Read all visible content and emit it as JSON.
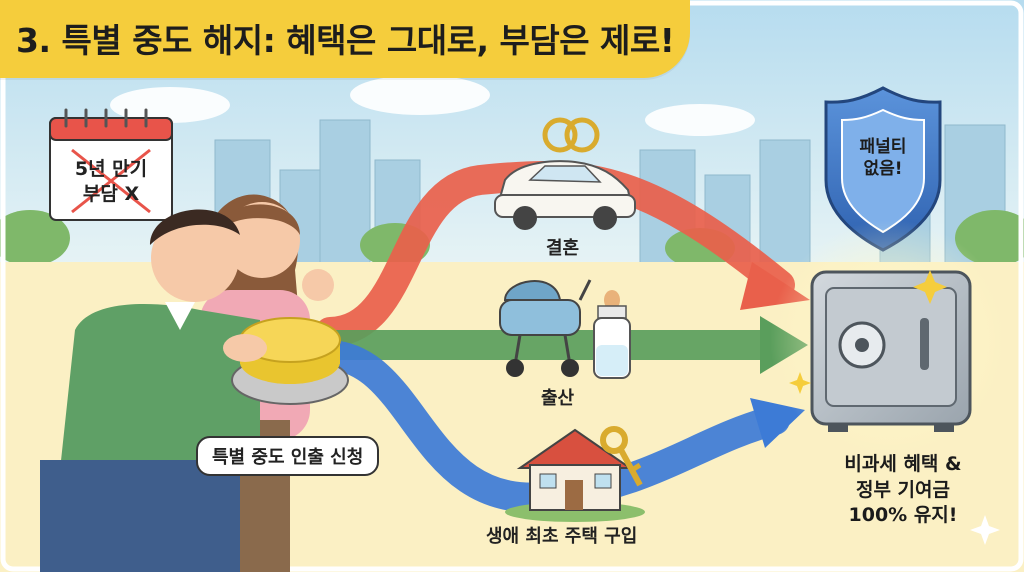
{
  "title": "3. 특별 중도 해지: 혜택은 그대로, 부담은 제로!",
  "calendar": {
    "line1": "5년 만기",
    "line2": "부담 X"
  },
  "button_label": "특별 중도 인출 신청",
  "paths": [
    {
      "label": "결혼",
      "color": "#e9604b"
    },
    {
      "label": "출산",
      "color": "#5a9e5c"
    },
    {
      "label": "생애 최초 주택 구입",
      "color": "#3d7bd6"
    }
  ],
  "shield": {
    "line1": "패널티",
    "line2": "없음!"
  },
  "result": {
    "line1": "비과세 혜택 &",
    "line2": "정부 기여금",
    "line3": "100% 유지!"
  },
  "colors": {
    "title_bg": "#f5cd3c",
    "sky": "#bfe0ef",
    "shield": "#3e78c9",
    "safe": "#b9c1c8"
  }
}
